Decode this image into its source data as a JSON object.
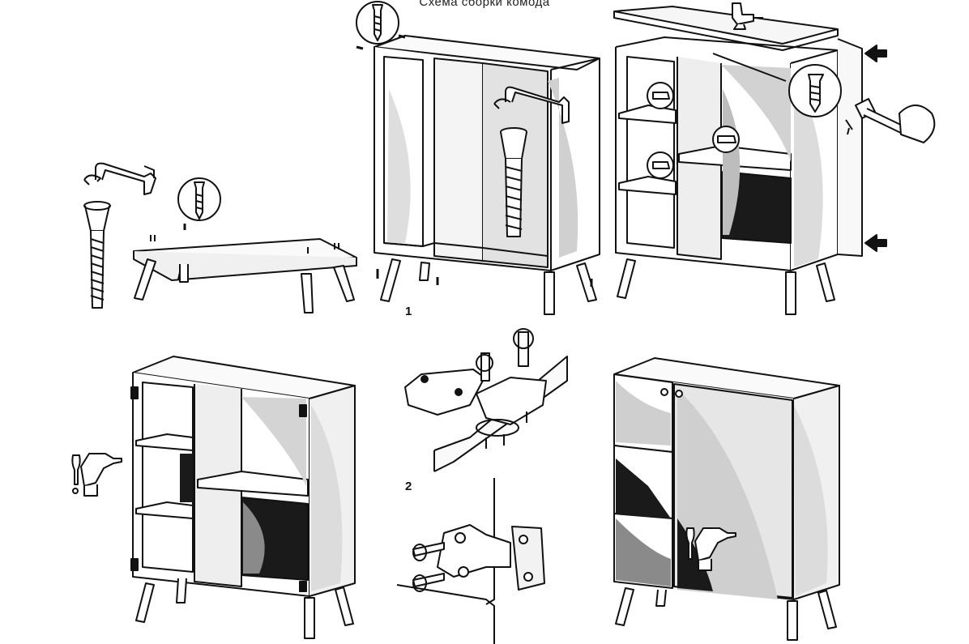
{
  "diagram": {
    "title": "Схема сборки комода",
    "steps": [
      {
        "label": "1"
      },
      {
        "label": "2"
      }
    ]
  },
  "colors": {
    "line": "#111111",
    "panel_light": "#f2f2f2",
    "panel_mid": "#cfcfcf",
    "panel_dark": "#1a1a1a",
    "background": "#ffffff"
  },
  "icons": [
    "hex-key-icon",
    "screw-icon",
    "cam-dowel-icon",
    "screwdriver-icon",
    "hammer-icon",
    "arrow-left-icon",
    "hinge-icon"
  ]
}
